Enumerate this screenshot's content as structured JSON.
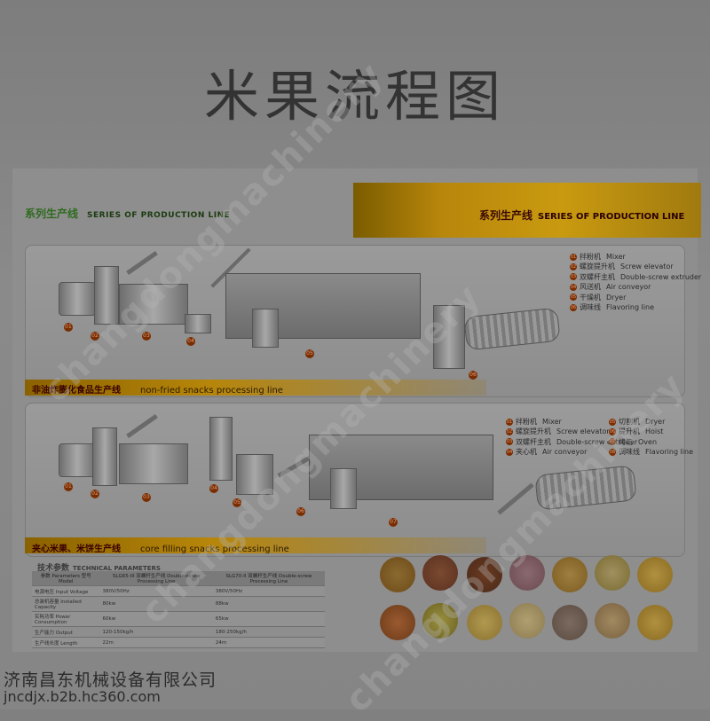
{
  "title": "米果流程图",
  "header": {
    "left_cn": "系列生产线",
    "left_en": "SERIES OF PRODUCTION LINE",
    "right_cn": "系列生产线",
    "right_en": "SERIES OF PRODUCTION LINE"
  },
  "line1": {
    "label_cn": "非油炸膨化食品生产线",
    "label_en": "non-fried snacks processing line",
    "legend": [
      {
        "n": "01",
        "cn": "拌粉机",
        "en": "Mixer"
      },
      {
        "n": "02",
        "cn": "螺旋提升机",
        "en": "Screw elevator"
      },
      {
        "n": "03",
        "cn": "双螺杆主机",
        "en": "Double-screw extruder"
      },
      {
        "n": "04",
        "cn": "风送机",
        "en": "Air conveyor"
      },
      {
        "n": "05",
        "cn": "干燥机",
        "en": "Dryer"
      },
      {
        "n": "06",
        "cn": "调味线",
        "en": "Flavoring line"
      }
    ]
  },
  "line2": {
    "label_cn": "夹心米果、米饼生产线",
    "label_en": "core filling snacks processing line",
    "legend_a": [
      {
        "n": "01",
        "cn": "拌粉机",
        "en": "Mixer"
      },
      {
        "n": "02",
        "cn": "螺旋提升机",
        "en": "Screw elevator"
      },
      {
        "n": "03",
        "cn": "双螺杆主机",
        "en": "Double-screw extruder"
      },
      {
        "n": "04",
        "cn": "夹心机",
        "en": "Air conveyor"
      }
    ],
    "legend_b": [
      {
        "n": "05",
        "cn": "切割机",
        "en": "Dryer"
      },
      {
        "n": "06",
        "cn": "提升机",
        "en": "Hoist"
      },
      {
        "n": "07",
        "cn": "烤箱",
        "en": "Oven"
      },
      {
        "n": "08",
        "cn": "调味线",
        "en": "Flavoring line"
      }
    ]
  },
  "tech": {
    "title_cn": "技术参数",
    "title_en": "TECHNICAL PARAMETERS",
    "headers": [
      "参数 Parameters 型号 Model",
      "SLG65-III 双螺杆生产线 Double-screw Processing Line",
      "SLG70-II 双螺杆生产线 Double-screw Processing Line"
    ],
    "rows": [
      [
        "电源电压 Input Voltage",
        "380V/50Hz",
        "380V/50Hz"
      ],
      [
        "总装机容量 Installed Capacity",
        "80kw",
        "88kw"
      ],
      [
        "实耗功率 Power Consumption",
        "60kw",
        "65kw"
      ],
      [
        "生产能力 Output",
        "120-150kg/h",
        "180-250kg/h"
      ],
      [
        "生产线长度 Length",
        "22m",
        "24m"
      ]
    ]
  },
  "watermark": "changdongmachinery",
  "footer": {
    "company": "济南昌东机械设备有限公司",
    "url": "jncdjx.b2b.hc360.com"
  },
  "colors": {
    "banner": "#b8860b",
    "accent_green": "#2f6b1f",
    "badge": "#7a2d00"
  }
}
